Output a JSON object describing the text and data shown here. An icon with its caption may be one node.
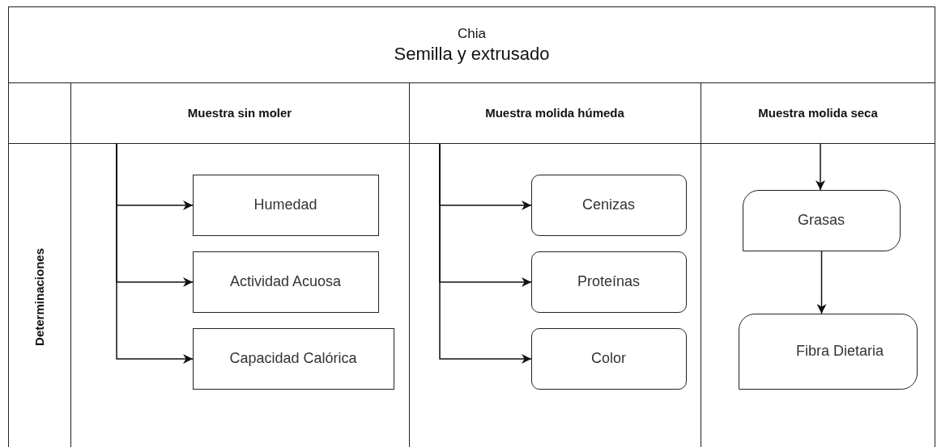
{
  "diagram": {
    "nodes": [
      {
        "text": [
          "Chia",
          "Semilla y extrusado"
        ]
      },
      {
        "text": [
          "Determinaciones"
        ],
        "in": 0
      },
      {
        "text": [
          "Muestra sin moler"
        ],
        "in": 0
      },
      {
        "text": [
          "Muestra molida húmeda"
        ],
        "in": 0
      },
      {
        "text": [
          "Muestra molida seca"
        ],
        "in": 0
      },
      {
        "text": [
          "Humedad"
        ],
        "in": 0
      },
      {
        "text": [
          "Actividad Acuosa"
        ],
        "in": 0
      },
      {
        "text": [
          "Capacidad Calórica"
        ],
        "in": 0
      },
      {
        "text": [
          "Cenizas"
        ],
        "in": 0
      },
      {
        "text": [
          "Proteínas"
        ],
        "in": 0
      },
      {
        "text": [
          "Color"
        ],
        "in": 0
      },
      {
        "text": [
          "Grasas"
        ],
        "in": 0
      },
      {
        "text": [
          "Fibra Dietaria"
        ],
        "in": 0
      }
    ],
    "edges": [
      {
        "from": 2,
        "to": 5,
        "arrow": "to"
      },
      {
        "from": 2,
        "to": 6,
        "arrow": "to"
      },
      {
        "from": 2,
        "to": 7,
        "arrow": "to"
      },
      {
        "from": 3,
        "to": 8,
        "arrow": "to"
      },
      {
        "from": 3,
        "to": 9,
        "arrow": "to"
      },
      {
        "from": 3,
        "to": 10,
        "arrow": "to"
      },
      {
        "from": 4,
        "to": 11,
        "arrow": "to"
      },
      {
        "from": 11,
        "to": 12,
        "arrow": "to"
      }
    ]
  }
}
